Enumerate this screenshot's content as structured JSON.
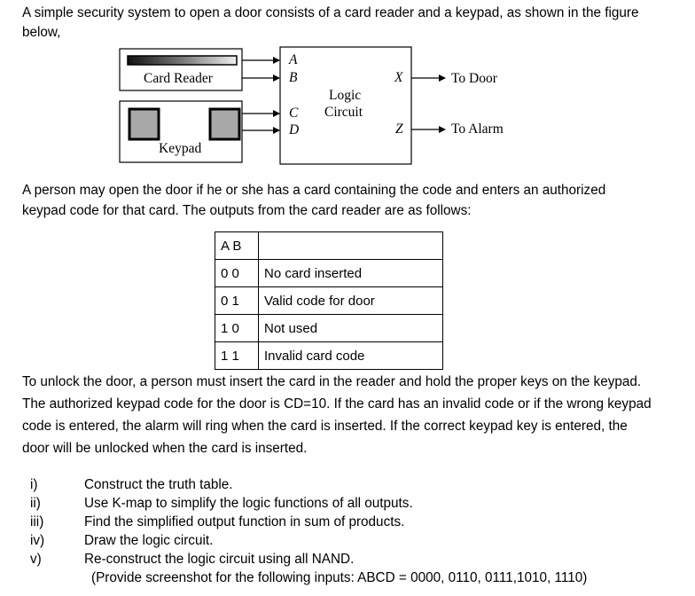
{
  "intro": {
    "line1": "A simple security system to open a door consists of a card reader and a keypad, as shown in the figure",
    "line2": "below,"
  },
  "figure": {
    "card_reader_label": "Card Reader",
    "keypad_label": "Keypad",
    "logic_label_1": "Logic",
    "logic_label_2": "Circuit",
    "inputs": [
      "A",
      "B",
      "C",
      "D"
    ],
    "output_x": "X",
    "output_z": "Z",
    "to_door": "To Door",
    "to_alarm": "To Alarm"
  },
  "para2": {
    "line1": "A person may open the door if he or she has a card containing the code and enters an authorized",
    "line2": "keypad code for that card.  The outputs from the card reader are as follows:"
  },
  "table": {
    "header": [
      "A B",
      ""
    ],
    "rows": [
      [
        "0 0",
        "No card inserted"
      ],
      [
        "0 1",
        "Valid code for door"
      ],
      [
        "1 0",
        "Not used"
      ],
      [
        "1 1",
        "Invalid card code"
      ]
    ]
  },
  "para3": {
    "line1": "To unlock the door, a person must insert the card in the reader and hold the proper keys on the keypad.",
    "line2": "The authorized keypad code for the door is CD=10. If the card has an invalid code or if the wrong keypad",
    "line3": "code is entered, the alarm will ring when the card is inserted. If the correct keypad key is entered, the",
    "line4": "door will be unlocked when the card is inserted."
  },
  "tasks": [
    {
      "num": "i)",
      "text": "Construct the truth table."
    },
    {
      "num": "ii)",
      "text": "Use K-map to simplify the logic functions of all outputs."
    },
    {
      "num": "iii)",
      "text": "Find the simplified output function in sum of products."
    },
    {
      "num": "iv)",
      "text": "Draw the logic circuit."
    },
    {
      "num": "v)",
      "text": "Re-construct the logic circuit using all NAND."
    }
  ],
  "note": "(Provide screenshot for the following inputs: ABCD = 0000, 0110, 0111,1010, 1110)"
}
